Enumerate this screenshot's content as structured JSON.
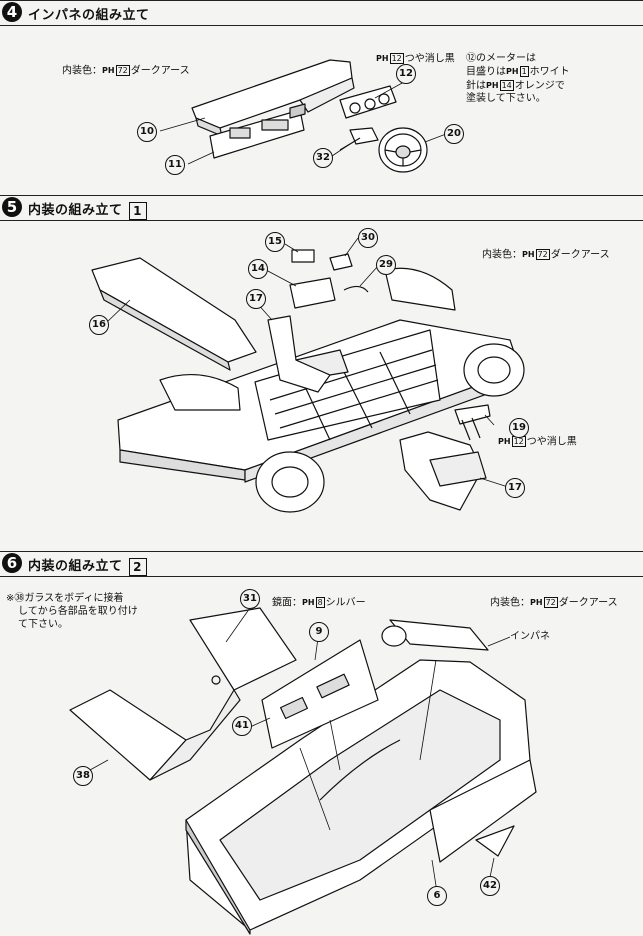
{
  "steps": [
    {
      "num": "4",
      "title": "インパネの組み立て",
      "box": ""
    },
    {
      "num": "5",
      "title": "内装の組み立て",
      "box": "1"
    },
    {
      "num": "6",
      "title": "内装の組み立て",
      "box": "2"
    }
  ],
  "step4": {
    "color_note_prefix": "内装色：",
    "color_note_code": "72",
    "color_note_suffix": "ダークアース",
    "matte_code": "12",
    "matte_suffix": "つや消し黒",
    "meter_note_line1": "⑫のメーターは",
    "meter_note_line2_a": "目盛りは",
    "meter_note_line2_code": "1",
    "meter_note_line2_b": "ホワイト",
    "meter_note_line3_a": "針は",
    "meter_note_line3_code": "14",
    "meter_note_line3_b": "オレンジで",
    "meter_note_line4": "塗装して下さい。",
    "callouts": [
      "10",
      "11",
      "12",
      "32",
      "20"
    ]
  },
  "step5": {
    "color_note_prefix": "内装色：",
    "color_note_code": "72",
    "color_note_suffix": "ダークアース",
    "matte_code": "12",
    "matte_suffix": "つや消し黒",
    "callouts": [
      "15",
      "30",
      "14",
      "29",
      "17",
      "16",
      "19",
      "17"
    ]
  },
  "step6": {
    "glass_note_line1": "※㊳ガラスをボディに接着",
    "glass_note_line2": "してから各部品を取り付け",
    "glass_note_line3": "て下さい。",
    "mirror_prefix": "鏡面：",
    "mirror_code": "8",
    "mirror_suffix": "シルバー",
    "color_note_prefix": "内装色：",
    "color_note_code": "72",
    "color_note_suffix": "ダークアース",
    "inpane_label": "インパネ",
    "callouts": [
      "31",
      "9",
      "41",
      "38",
      "6",
      "42"
    ]
  },
  "paint_prefix": "PH"
}
